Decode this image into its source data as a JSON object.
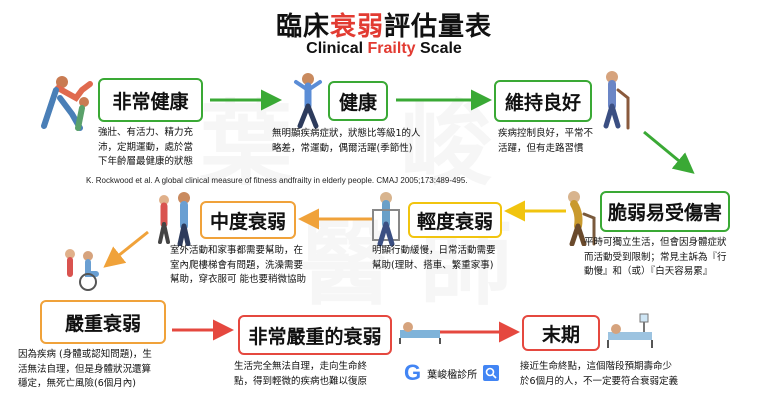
{
  "title": {
    "prefix": "臨床",
    "highlight": "衰弱",
    "suffix": "評估量表"
  },
  "subtitle": {
    "prefix": "Clinical ",
    "highlight": "Frailty",
    "suffix": " Scale"
  },
  "citation": "K. Rockwood et al. A global clinical measure of fitness andfrailty in elderly people. CMAJ 2005;173:489-495.",
  "watermark": {
    "chars": [
      "葉",
      "峻",
      "醫",
      "師"
    ]
  },
  "logo": {
    "letter": "G",
    "clinic_name": "葉峻楹診所",
    "icon": "search-icon"
  },
  "colors": {
    "green": "#3aa935",
    "yellow": "#f1c40f",
    "orange": "#f0a23a",
    "red": "#e5483f",
    "title_highlight": "#e23b32"
  },
  "stages": [
    {
      "label": "非常健康",
      "desc": [
        "強壯、有活力、精力充",
        "沛，定期運動，處於當",
        "下年齡層最健康的狀態"
      ]
    },
    {
      "label": "健康",
      "desc": [
        "無明顯疾病症狀，狀態比等級1的人",
        "略差，常運動，偶爾活躍(季節性)"
      ]
    },
    {
      "label": "維持良好",
      "desc": [
        "疾病控制良好，平常不",
        "活躍，但有走路習慣"
      ]
    },
    {
      "label": "脆弱易受傷害",
      "desc": [
        "平時可獨立生活，但會因身體症狀",
        "而活動受到限制；常見主訴為『行",
        "動慢』和（或）『白天容易累』"
      ]
    },
    {
      "label": "輕度衰弱",
      "desc": [
        "明顯行動緩慢，日常活動需要",
        "幫助(理財、搭車、繁重家事)"
      ]
    },
    {
      "label": "中度衰弱",
      "desc": [
        "室外活動和家事都需要幫助，在",
        "室內爬樓梯會有問題，洗澡需要",
        "幫助，穿衣服可 能也要稍微協助"
      ]
    },
    {
      "label": "嚴重衰弱",
      "desc": [
        "因為疾病 (身體或認知問題)，生",
        "活無法自理，但是身體狀況還算",
        "穩定，無死亡風險(6個月內)"
      ]
    },
    {
      "label": "非常嚴重的衰弱",
      "desc": [
        "生活完全無法自理，走向生命終",
        "點，得到輕微的疾病也難以復原"
      ]
    },
    {
      "label": "末期",
      "desc": [
        "接近生命終點，這個階段預期壽命少",
        "於6個月的人，不一定要符合衰弱定義"
      ]
    }
  ]
}
